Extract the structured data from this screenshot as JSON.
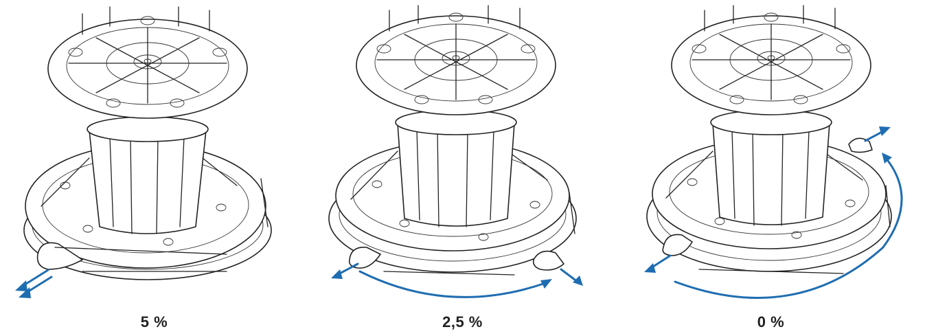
{
  "colors": {
    "arrow": "#1f6db1",
    "line": "#222222",
    "background": "#ffffff"
  },
  "panels": [
    {
      "label": "5 %"
    },
    {
      "label": "2,5 %"
    },
    {
      "label": "0 %"
    }
  ]
}
